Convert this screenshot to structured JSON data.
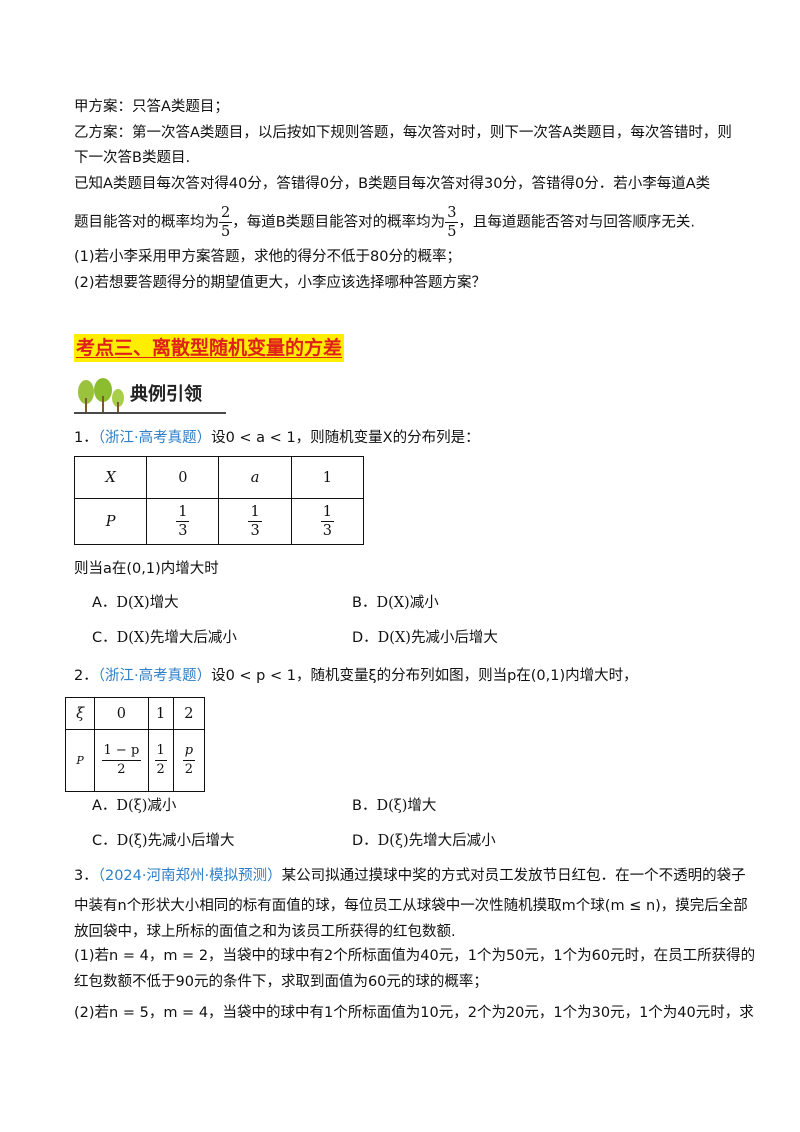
{
  "intro": {
    "jia": "甲方案：只答A类题目；",
    "yi_1": "乙方案：第一次答A类题目，以后按如下规则答题，每次答对时，则下一次答A类题目，每次答错时，则",
    "yi_2": "下一次答B类题目.",
    "known_1": "已知A类题目每次答对得40分，答错得0分，B类题目每次答对得30分，答错得0分．若小李每道A类",
    "known_2a": "题目能答对的概率均为",
    "frac_a_num": "2",
    "frac_a_den": "5",
    "known_2b": "，每道B类题目能答对的概率均为",
    "frac_b_num": "3",
    "frac_b_den": "5",
    "known_2c": "，且每道题能否答对与回答顺序无关.",
    "q1": "(1)若小李采用甲方案答题，求他的得分不低于80分的概率；",
    "q2": "(2)若想要答题得分的期望值更大，小李应该选择哪种答题方案？"
  },
  "section_heading": "考点三、离散型随机变量的方差",
  "badge_label": "典例引领",
  "p1": {
    "num": "1．",
    "source": "（浙江·高考真题）",
    "text": "设0 < a < 1，则随机变量X的分布列是：",
    "table": {
      "row1": [
        "X",
        "0",
        "a",
        "1"
      ],
      "row2_label": "P",
      "row2": [
        {
          "n": "1",
          "d": "3"
        },
        {
          "n": "1",
          "d": "3"
        },
        {
          "n": "1",
          "d": "3"
        }
      ]
    },
    "cond": "则当a在(0,1)内增大时",
    "options": [
      {
        "letter": "A．",
        "expr": "D(X)",
        "text": "增大"
      },
      {
        "letter": "B．",
        "expr": "D(X)",
        "text": "减小"
      },
      {
        "letter": "C．",
        "expr": "D(X)",
        "text": "先增大后减小"
      },
      {
        "letter": "D．",
        "expr": "D(X)",
        "text": "先减小后增大"
      }
    ]
  },
  "p2": {
    "num": "2．",
    "source": "（浙江·高考真题）",
    "text": "设0 < p < 1，随机变量ξ的分布列如图，则当p在(0,1)内增大时，",
    "table": {
      "row1": [
        "ξ",
        "0",
        "1",
        "2"
      ],
      "row2_label": "P",
      "row2": [
        {
          "n": "1 − p",
          "d": "2"
        },
        {
          "n": "1",
          "d": "2"
        },
        {
          "n": "p",
          "d": "2"
        }
      ]
    },
    "options": [
      {
        "letter": "A．",
        "expr": "D(ξ)",
        "text": "减小"
      },
      {
        "letter": "B．",
        "expr": "D(ξ)",
        "text": "增大"
      },
      {
        "letter": "C．",
        "expr": "D(ξ)",
        "text": "先减小后增大"
      },
      {
        "letter": "D．",
        "expr": "D(ξ)",
        "text": "先增大后减小"
      }
    ]
  },
  "p3": {
    "num": "3．",
    "source": "（2024·河南郑州·模拟预测）",
    "l1": "某公司拟通过摸球中奖的方式对员工发放节日红包．在一个不透明的袋子",
    "l2": "中装有n个形状大小相同的标有面值的球，每位员工从球袋中一次性随机摸取m个球(m ≤ n)，摸完后全部",
    "l3": "放回袋中，球上所标的面值之和为该员工所获得的红包数额.",
    "l4": "(1)若n = 4，m = 2，当袋中的球中有2个所标面值为40元，1个为50元，1个为60元时，在员工所获得的",
    "l5": "红包数额不低于90元的条件下，求取到面值为60元的球的概率；",
    "l6": "(2)若n = 5，m = 4，当袋中的球中有1个所标面值为10元，2个为20元，1个为30元，1个为40元时，求"
  }
}
